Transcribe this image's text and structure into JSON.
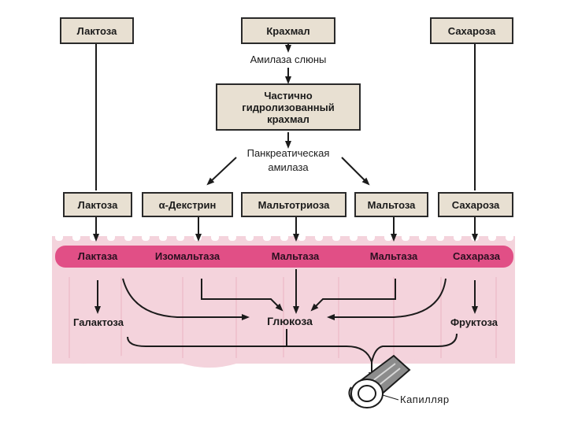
{
  "top": {
    "lactose": "Лактоза",
    "starch": "Крахмал",
    "sucrose": "Сахароза"
  },
  "steps": {
    "salivary_amylase": "Амилаза слюны",
    "partial_starch": [
      "Частично",
      "гидролизованный",
      "крахмал"
    ],
    "pancreatic_amylase": [
      "Панкреатическая",
      "амилаза"
    ]
  },
  "middle": {
    "lactose": "Лактоза",
    "alpha_dextrin": "α-Декстрин",
    "maltotriose": "Мальтотриоза",
    "maltose": "Мальтоза",
    "sucrose": "Сахароза"
  },
  "enzymes": {
    "lactase": "Лактаза",
    "isomaltase": "Изомальтаза",
    "maltase_1": "Мальтаза",
    "maltase_2": "Мальтаза",
    "sucrase": "Сахараза"
  },
  "products": {
    "galactose": "Галактоза",
    "glucose": "Глюкоза",
    "fructose": "Фруктоза"
  },
  "capillary": "Капилляр",
  "colors": {
    "tissue": "#f4d3dc",
    "enzyme_band": "#e14f86",
    "box_fill": "#e8e0d2",
    "line": "#1b1b1b"
  }
}
